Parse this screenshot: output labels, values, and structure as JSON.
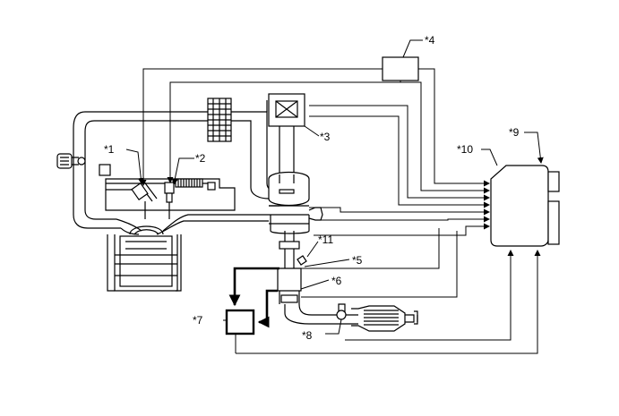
{
  "labels": {
    "l1": "*1",
    "l2": "*2",
    "l3": "*3",
    "l4": "*4",
    "l5": "*5",
    "l6": "*6",
    "l7": "*7",
    "l8": "*8",
    "l9": "*9",
    "l10": "*10",
    "l11": "*11"
  },
  "colors": {
    "line": "#000000",
    "fill": "#ffffff"
  }
}
